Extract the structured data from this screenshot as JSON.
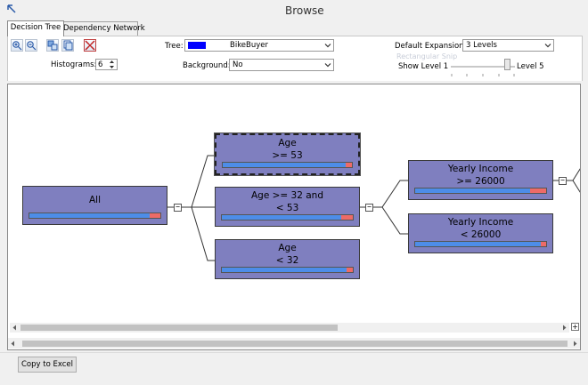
{
  "window": {
    "title": "Browse"
  },
  "tabs": [
    {
      "label": "Decision Tree"
    },
    {
      "label": "Dependency Network"
    }
  ],
  "toolbar": {
    "histograms_label": "Histograms:",
    "histograms_value": "6",
    "tree_label": "Tree:",
    "tree_value": "BikeBuyer",
    "tree_color": "#0000ff",
    "background_label": "Background:",
    "background_value": "No",
    "default_expansion_label": "Default Expansion:",
    "default_expansion_value": "3 Levels",
    "show_level_label": "Show Level 1",
    "level_max_label": "Level 5",
    "ghost_tooltip": "Rectangular Snip"
  },
  "tree": {
    "nodes": [
      {
        "id": "all",
        "line1": "All",
        "line2": "",
        "red_fraction": 0.08,
        "selected": false
      },
      {
        "id": "age-ge-53",
        "line1": "Age",
        "line2": ">= 53",
        "red_fraction": 0.05,
        "selected": true
      },
      {
        "id": "age-32-53",
        "line1": "Age >= 32 and",
        "line2": "< 53",
        "red_fraction": 0.09,
        "selected": false
      },
      {
        "id": "age-lt-32",
        "line1": "Age",
        "line2": "< 32",
        "red_fraction": 0.05,
        "selected": false
      },
      {
        "id": "income-ge-26000",
        "line1": "Yearly Income",
        "line2": ">= 26000",
        "red_fraction": 0.12,
        "selected": false
      },
      {
        "id": "income-lt-26000",
        "line1": "Yearly Income",
        "line2": "< 26000",
        "red_fraction": 0.04,
        "selected": false
      }
    ],
    "expander_symbol": "−"
  },
  "footer": {
    "copy_button": "Copy to Excel"
  },
  "colors": {
    "node_fill": "#7f7fbf",
    "hist_blue": "#4d8de8",
    "hist_red": "#ee6b67"
  }
}
